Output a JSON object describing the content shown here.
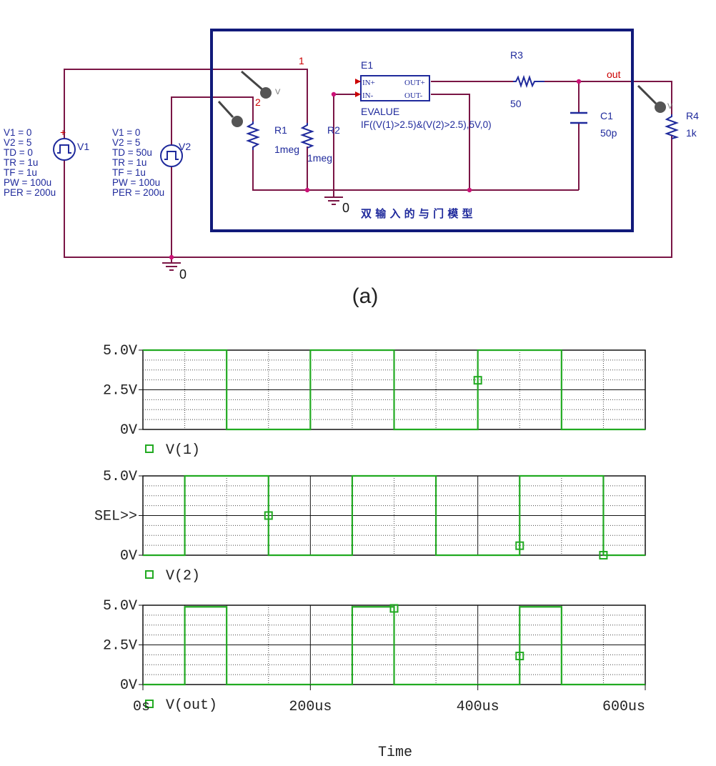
{
  "schematic": {
    "sources": [
      {
        "name": "V1",
        "params": [
          "V1 = 0",
          "V2 = 5",
          "TD = 0",
          "TR = 1u",
          "TF = 1u",
          "PW = 100u",
          "PER = 200u"
        ]
      },
      {
        "name": "V2",
        "params": [
          "V1 = 0",
          "V2 = 5",
          "TD = 50u",
          "TR = 1u",
          "TF = 1u",
          "PW = 100u",
          "PER = 200u"
        ]
      }
    ],
    "resistors": [
      {
        "name": "R1",
        "value": "1meg"
      },
      {
        "name": "R2",
        "value": "1meg"
      },
      {
        "name": "R3",
        "value": "50"
      },
      {
        "name": "R4",
        "value": "1k"
      }
    ],
    "capacitor": {
      "name": "C1",
      "value": "50p"
    },
    "evalue": {
      "name": "E1",
      "pins": [
        "IN+",
        "IN-",
        "OUT+",
        "OUT-"
      ],
      "type": "EVALUE",
      "expression": "IF((V(1)>2.5)&(V(2)>2.5),5V,0)"
    },
    "nets": {
      "n1": "1",
      "n2": "2",
      "out": "out"
    },
    "ground_labels": [
      "0",
      "0"
    ],
    "box_title": "双 输 入 的 与 门 模 型",
    "probe_label": "V",
    "colors": {
      "wire": "#7a1545",
      "component": "#1f2a9c",
      "net_label": "#cc0000",
      "box": "#111a7a"
    }
  },
  "figure_label": "(a)",
  "chart_data": [
    {
      "type": "line",
      "series": [
        {
          "name": "V(1)",
          "x": [
            0,
            100,
            100,
            200,
            200,
            300,
            300,
            400,
            400,
            500,
            500,
            600
          ],
          "y": [
            5,
            5,
            0,
            0,
            5,
            5,
            0,
            0,
            5,
            5,
            0,
            0
          ]
        }
      ],
      "yticks": [
        "5.0V",
        "2.5V",
        "0V"
      ],
      "ylim": [
        0,
        5
      ],
      "xlim": [
        0,
        600
      ],
      "markers": [
        {
          "x": 400,
          "y": 3.1
        }
      ],
      "grid": true,
      "color": "#22aa22"
    },
    {
      "type": "line",
      "series": [
        {
          "name": "V(2)",
          "x": [
            0,
            50,
            50,
            150,
            150,
            250,
            250,
            350,
            350,
            450,
            450,
            550,
            550,
            600
          ],
          "y": [
            0,
            0,
            5,
            5,
            0,
            0,
            5,
            5,
            0,
            0,
            5,
            5,
            0,
            0
          ]
        }
      ],
      "yticks": [
        "5.0V",
        "SEL>>",
        "0V"
      ],
      "ylim": [
        0,
        5
      ],
      "xlim": [
        0,
        600
      ],
      "markers": [
        {
          "x": 150,
          "y": 2.5
        },
        {
          "x": 450,
          "y": 0.6
        },
        {
          "x": 550,
          "y": 0
        }
      ],
      "grid": true,
      "color": "#22aa22"
    },
    {
      "type": "line",
      "series": [
        {
          "name": "V(out)",
          "x": [
            0,
            50,
            50,
            100,
            100,
            250,
            250,
            300,
            300,
            450,
            450,
            500,
            500,
            600
          ],
          "y": [
            0,
            0,
            4.9,
            4.9,
            0,
            0,
            4.9,
            4.9,
            0,
            0,
            4.9,
            4.9,
            0,
            0
          ]
        }
      ],
      "yticks": [
        "5.0V",
        "2.5V",
        "0V"
      ],
      "ylim": [
        0,
        5
      ],
      "xlim": [
        0,
        600
      ],
      "xticks": [
        "0s",
        "200us",
        "400us",
        "600us"
      ],
      "xtick_values": [
        0,
        200,
        400,
        600
      ],
      "xlabel": "Time",
      "markers": [
        {
          "x": 300,
          "y": 4.8
        },
        {
          "x": 450,
          "y": 1.8
        }
      ],
      "grid": true,
      "color": "#22aa22"
    }
  ]
}
